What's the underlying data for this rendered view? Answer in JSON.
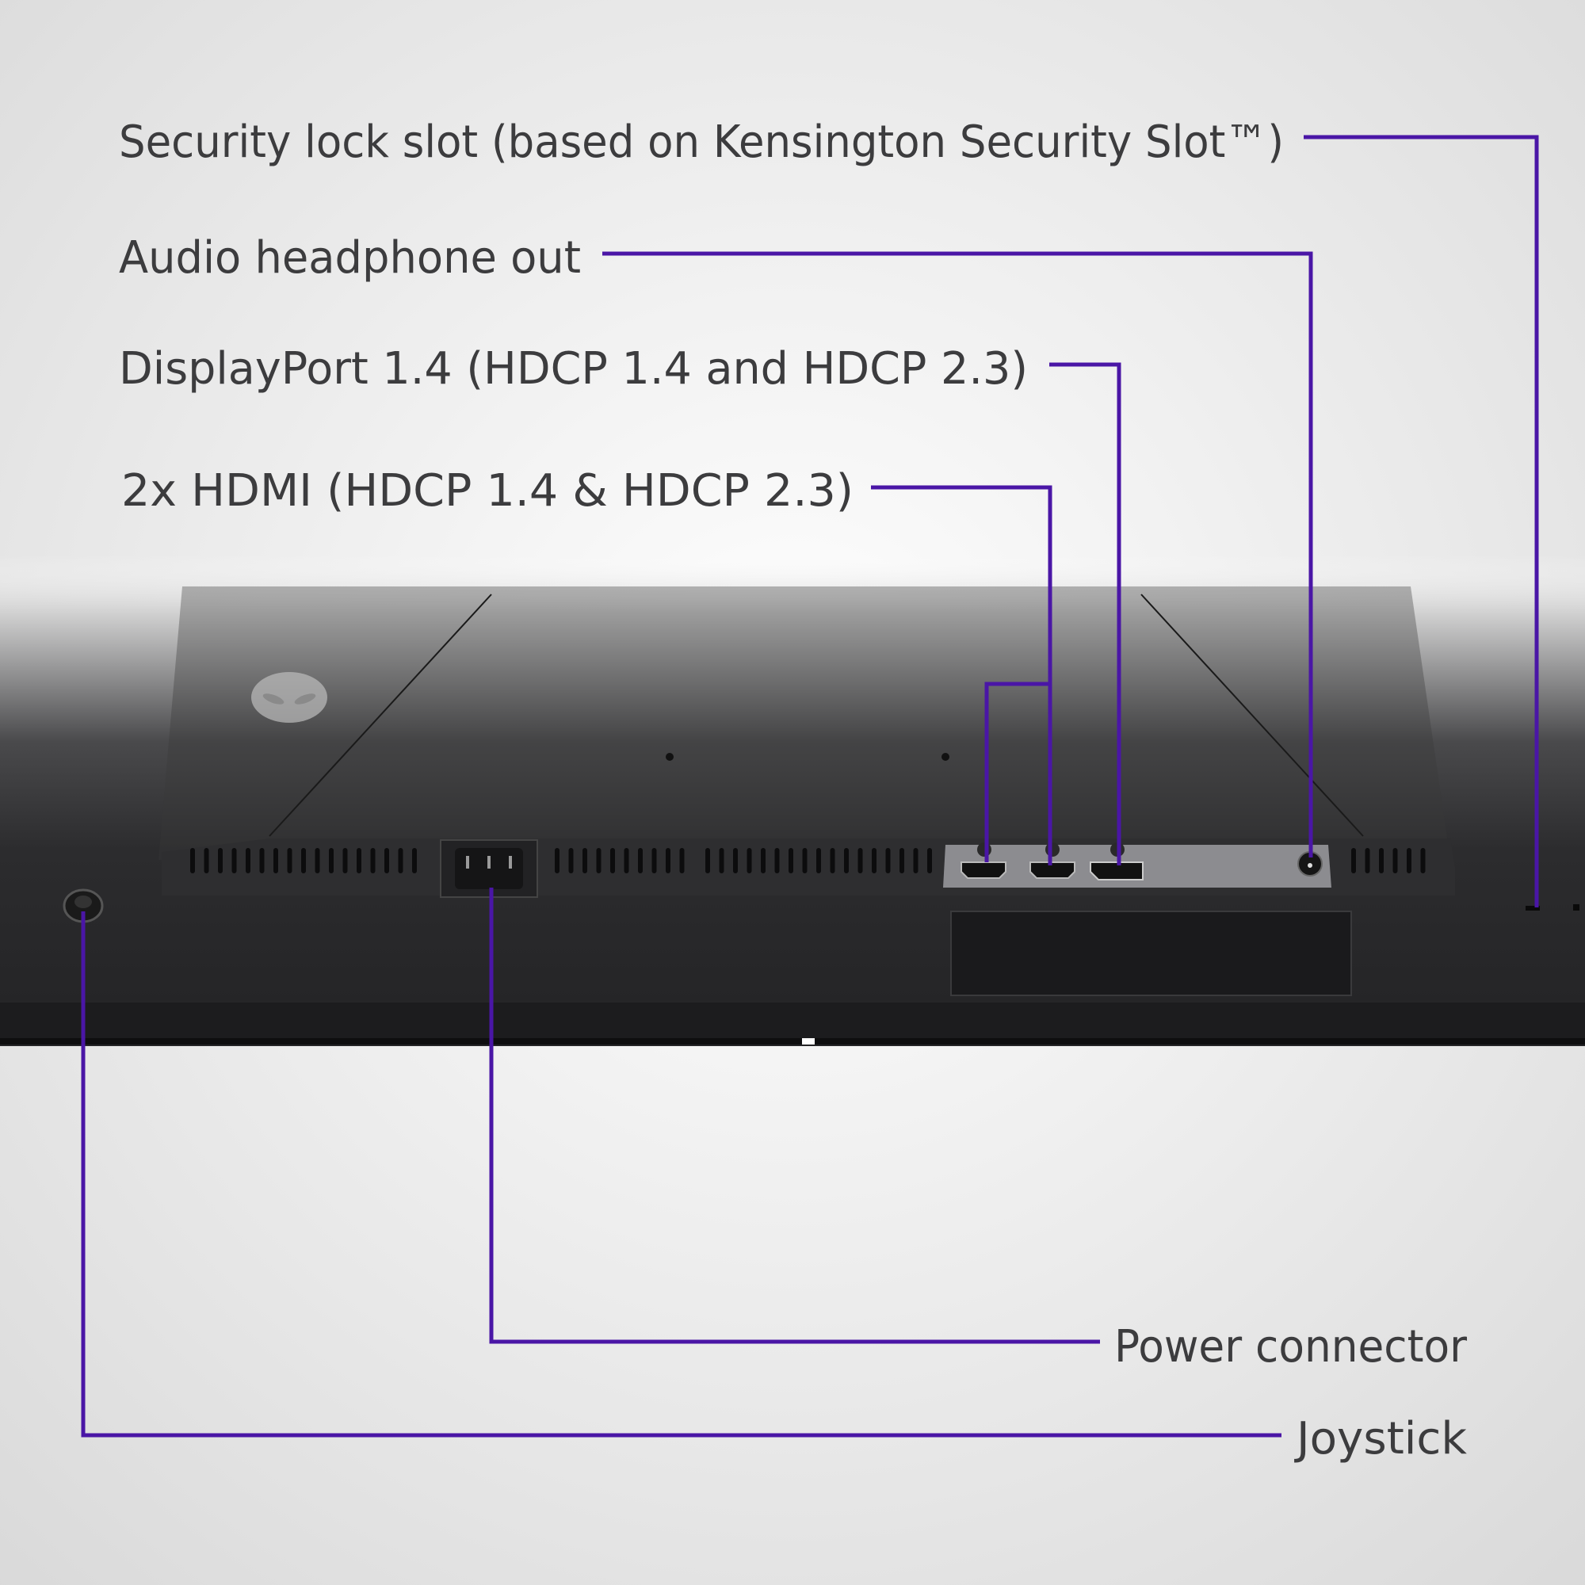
{
  "labels": {
    "security_slot": "Security lock slot (based on Kensington Security Slot™)",
    "audio_out": "Audio headphone out",
    "displayport": "DisplayPort 1.4 (HDCP 1.4 and HDCP 2.3)",
    "hdmi": "2x HDMI (HDCP 1.4 & HDCP 2.3)",
    "power": "Power connector",
    "joystick": "Joystick"
  },
  "colors": {
    "callout_line": "#4a16a6",
    "monitor_body": "#2a2a2c",
    "port_panel": "#8c8c90",
    "background": "#f2f2f2"
  }
}
